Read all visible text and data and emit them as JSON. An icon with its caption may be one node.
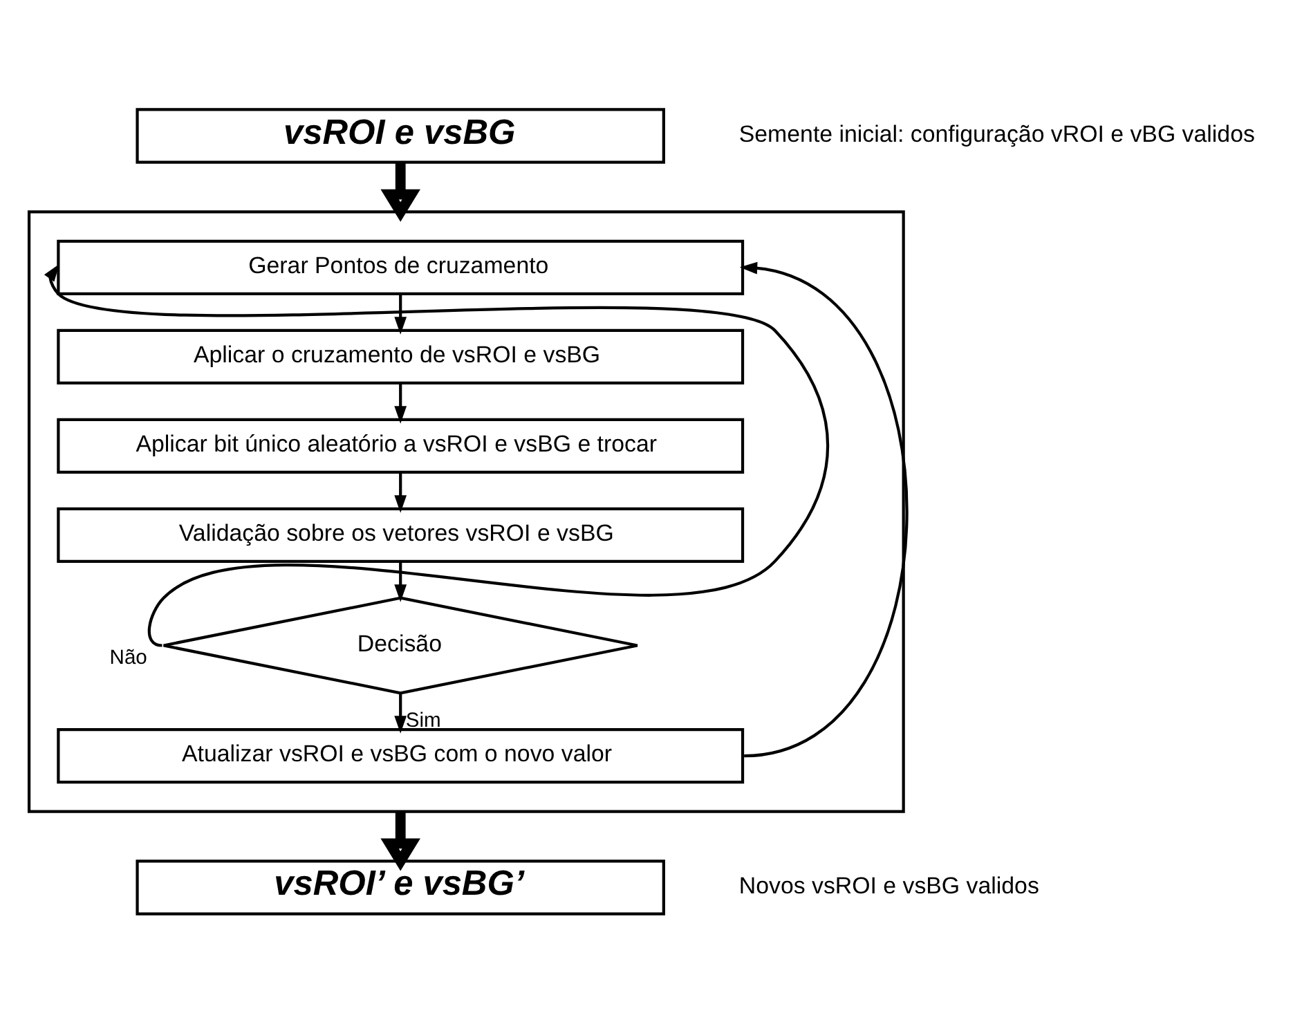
{
  "diagram": {
    "nodes": [
      {
        "text": [
          "vsROI e vsBG"
        ],
        "beside": [
          "Semente inicial: configuração vROI e vBG validos"
        ]
      },
      {
        "text": [],
        "shape": "box"
      },
      {
        "text": [
          "Gerar Pontos de cruzamento"
        ],
        "in": 1
      },
      {
        "text": [
          "Aplicar o cruzamento de vsROI e vsBG"
        ],
        "in": 1
      },
      {
        "text": [
          "Aplicar bit único aleatório a vsROI e vsBG e trocar"
        ],
        "in": 1
      },
      {
        "text": [
          "Validação sobre os vetores vsROI e vsBG"
        ],
        "in": 1
      },
      {
        "text": [
          "Decisão"
        ],
        "in": 1
      },
      {
        "text": [
          "Atualizar vsROI e vsBG com o novo valor"
        ],
        "in": 1
      },
      {
        "text": [
          "vsROI’ e vsBG’"
        ],
        "beside": [
          "Novos vsROI e vsBG validos"
        ]
      }
    ],
    "edges": [
      {
        "from": 0,
        "to": 1,
        "arrow": "to",
        "style": "thick"
      },
      {
        "from": 2,
        "to": 3,
        "arrow": "to"
      },
      {
        "from": 3,
        "to": 4,
        "arrow": "to"
      },
      {
        "from": 4,
        "to": 5,
        "arrow": "to"
      },
      {
        "from": 5,
        "to": 6,
        "arrow": "to"
      },
      {
        "from": 6,
        "to": 2,
        "arrow": "to",
        "label": "Não"
      },
      {
        "from": 6,
        "to": 7,
        "arrow": "to",
        "label": "Sim"
      },
      {
        "from": 7,
        "to": 2,
        "arrow": "to"
      },
      {
        "from": 1,
        "to": 8,
        "arrow": "to",
        "style": "thick"
      }
    ]
  }
}
